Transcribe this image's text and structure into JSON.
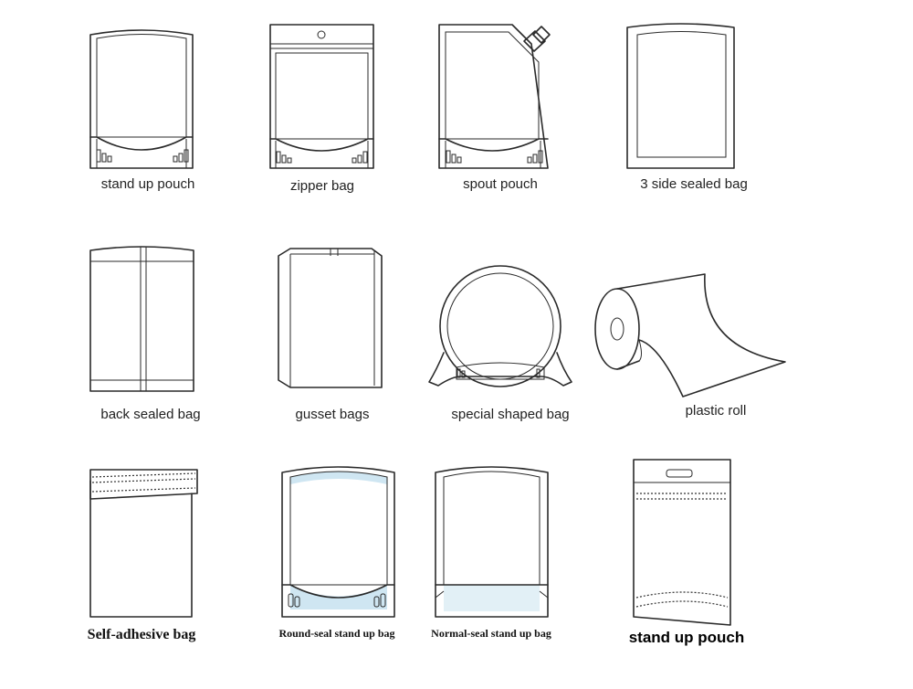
{
  "items": [
    {
      "label": "stand up pouch"
    },
    {
      "label": "zipper bag"
    },
    {
      "label": "spout pouch"
    },
    {
      "label": "3 side sealed bag"
    },
    {
      "label": "back sealed bag"
    },
    {
      "label": "gusset bags"
    },
    {
      "label": "special shaped bag"
    },
    {
      "label": "plastic roll"
    },
    {
      "label": "Self-adhesive bag"
    },
    {
      "label": "Round-seal stand up bag"
    },
    {
      "label": "Normal-seal stand up bag"
    },
    {
      "label": "stand up pouch"
    }
  ],
  "colors": {
    "line": "#2a2a2a",
    "tint": "#cfe6f2"
  }
}
